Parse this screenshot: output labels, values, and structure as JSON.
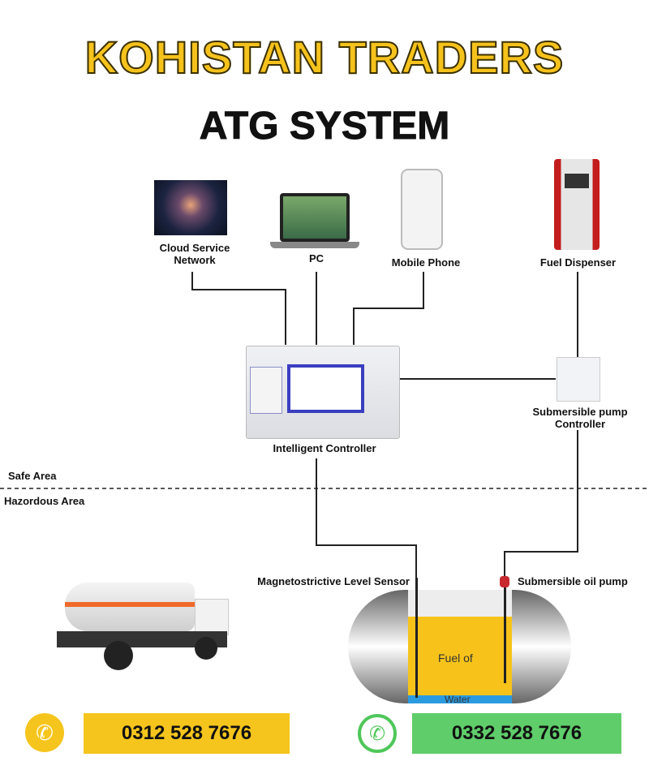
{
  "header": {
    "brand": "KOHISTAN TRADERS",
    "title": "ATG SYSTEM"
  },
  "devices": {
    "cloud": "Cloud Service Network",
    "pc": "PC",
    "mobile": "Mobile Phone",
    "dispenser": "Fuel Dispenser",
    "controller": "Intelligent Controller",
    "pump_controller": "Submersible pump Controller",
    "sensor": "Magnetostrictive Level Sensor",
    "oil_pump": "Submersible oil pump"
  },
  "zones": {
    "safe": "Safe Area",
    "hazard": "Hazordous Area"
  },
  "tank": {
    "fuel_label": "Fuel of",
    "water_label": "Water"
  },
  "contact": {
    "phone": "0312 528 7676",
    "whatsapp": "0332 528 7676"
  },
  "colors": {
    "brand": "#f6c21c",
    "phone_box": "#f5c51d",
    "whatsapp_box": "#5fcd6a",
    "fuel": "#f7c31a",
    "water": "#2b9be0"
  }
}
